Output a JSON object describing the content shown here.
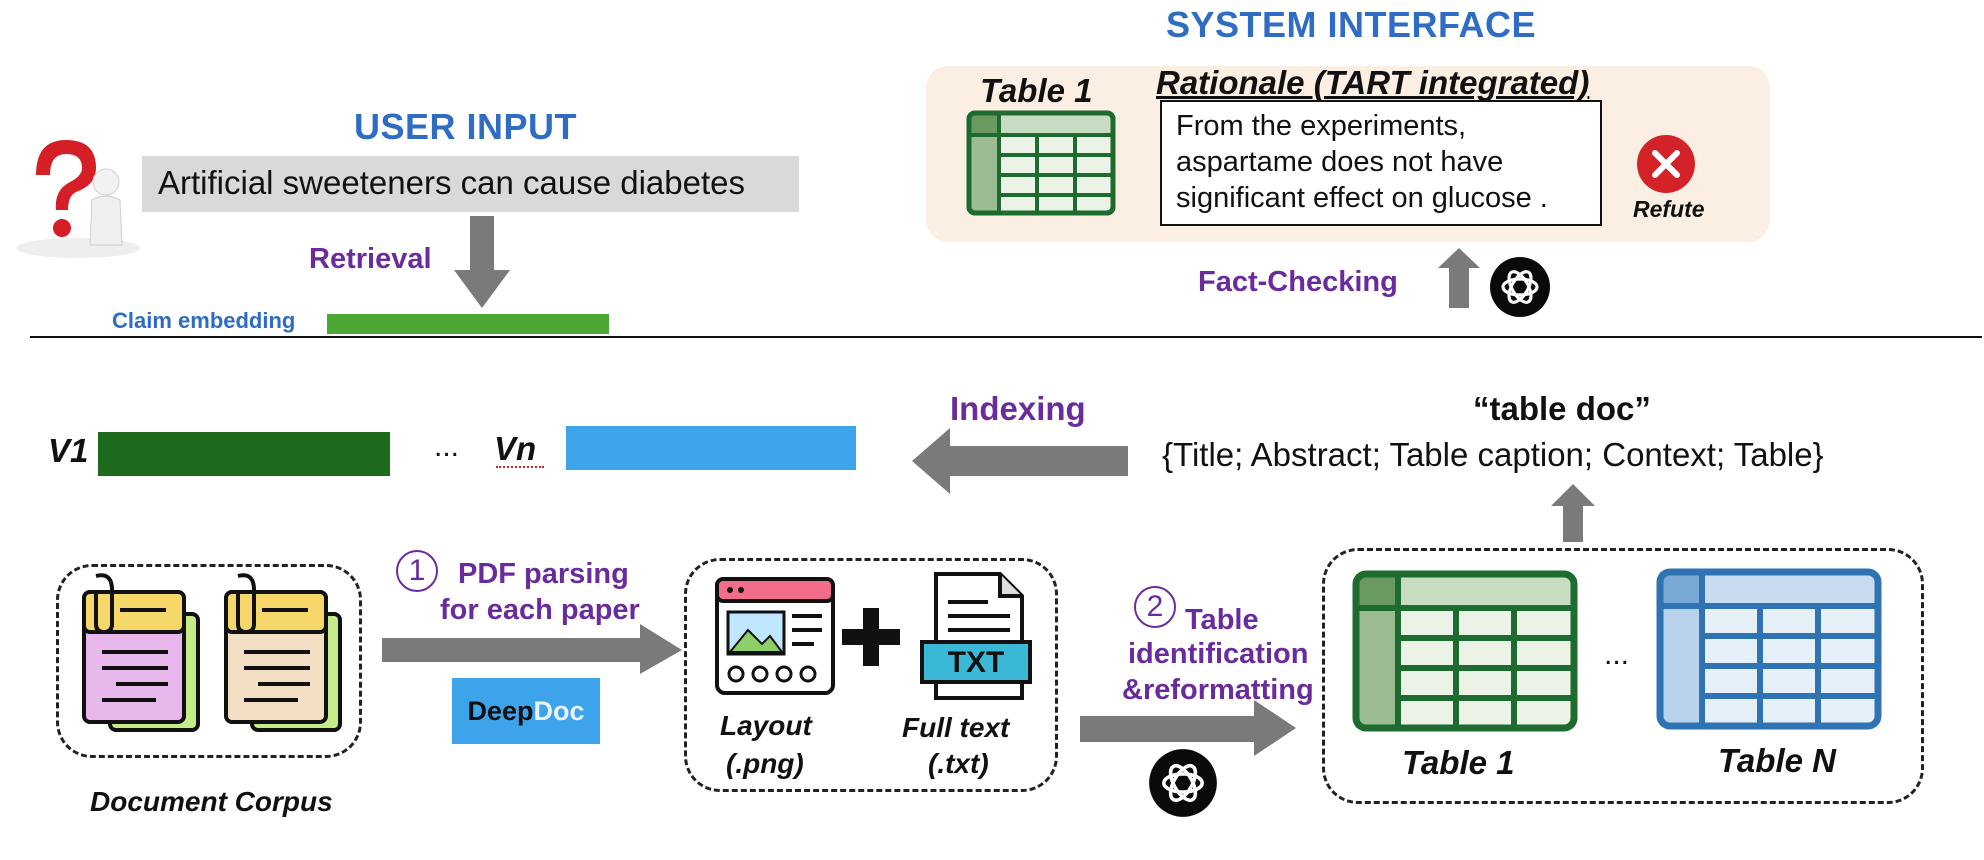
{
  "header": {
    "system_interface": "SYSTEM INTERFACE",
    "user_input": "USER INPUT"
  },
  "user_input": {
    "claim": "Artificial sweeteners can cause diabetes",
    "retrieval": "Retrieval",
    "claim_embedding": "Claim embedding"
  },
  "system": {
    "table_label": "Table 1",
    "rationale_title": "Rationale (TART integrated)",
    "rationale_lines": [
      "From the experiments,",
      "aspartame does not have",
      "significant effect on glucose ."
    ],
    "verdict": "Refute",
    "fact_checking": "Fact-Checking"
  },
  "index": {
    "v1": "V1",
    "ellipsis": "...",
    "vn": "Vn",
    "indexing": "Indexing",
    "table_doc_title": "“table doc”",
    "table_doc_fields": "{Title; Abstract; Table caption; Context; Table}"
  },
  "pipeline": {
    "step1_number": "1",
    "step1_line1": "PDF parsing",
    "step1_line2": "for each paper",
    "deepdoc_a": "Deep",
    "deepdoc_b": "Doc",
    "layout_line1": "Layout",
    "layout_line2": "(.png)",
    "txt_badge": "TXT",
    "fulltext_line1": "Full text",
    "fulltext_line2": "(.txt)",
    "step2_number": "2",
    "step2_line1": "Table",
    "step2_line2": "identification",
    "step2_line3": "&reformatting",
    "corpus_label": "Document Corpus",
    "table1_label": "Table 1",
    "tableN_label": "Table N",
    "tables_ellipsis": "..."
  },
  "colors": {
    "heading_blue": "#2f6cc3",
    "label_purple": "#6a2c9c",
    "arrow_gray": "#7a7a7a",
    "embedding_green": "#4ca832",
    "v1_darkgreen": "#1e6b1e",
    "vn_blue": "#3da3ea",
    "refute_red": "#d32228",
    "table_green": "#1d6b2e",
    "table_blue": "#2f73b3"
  }
}
